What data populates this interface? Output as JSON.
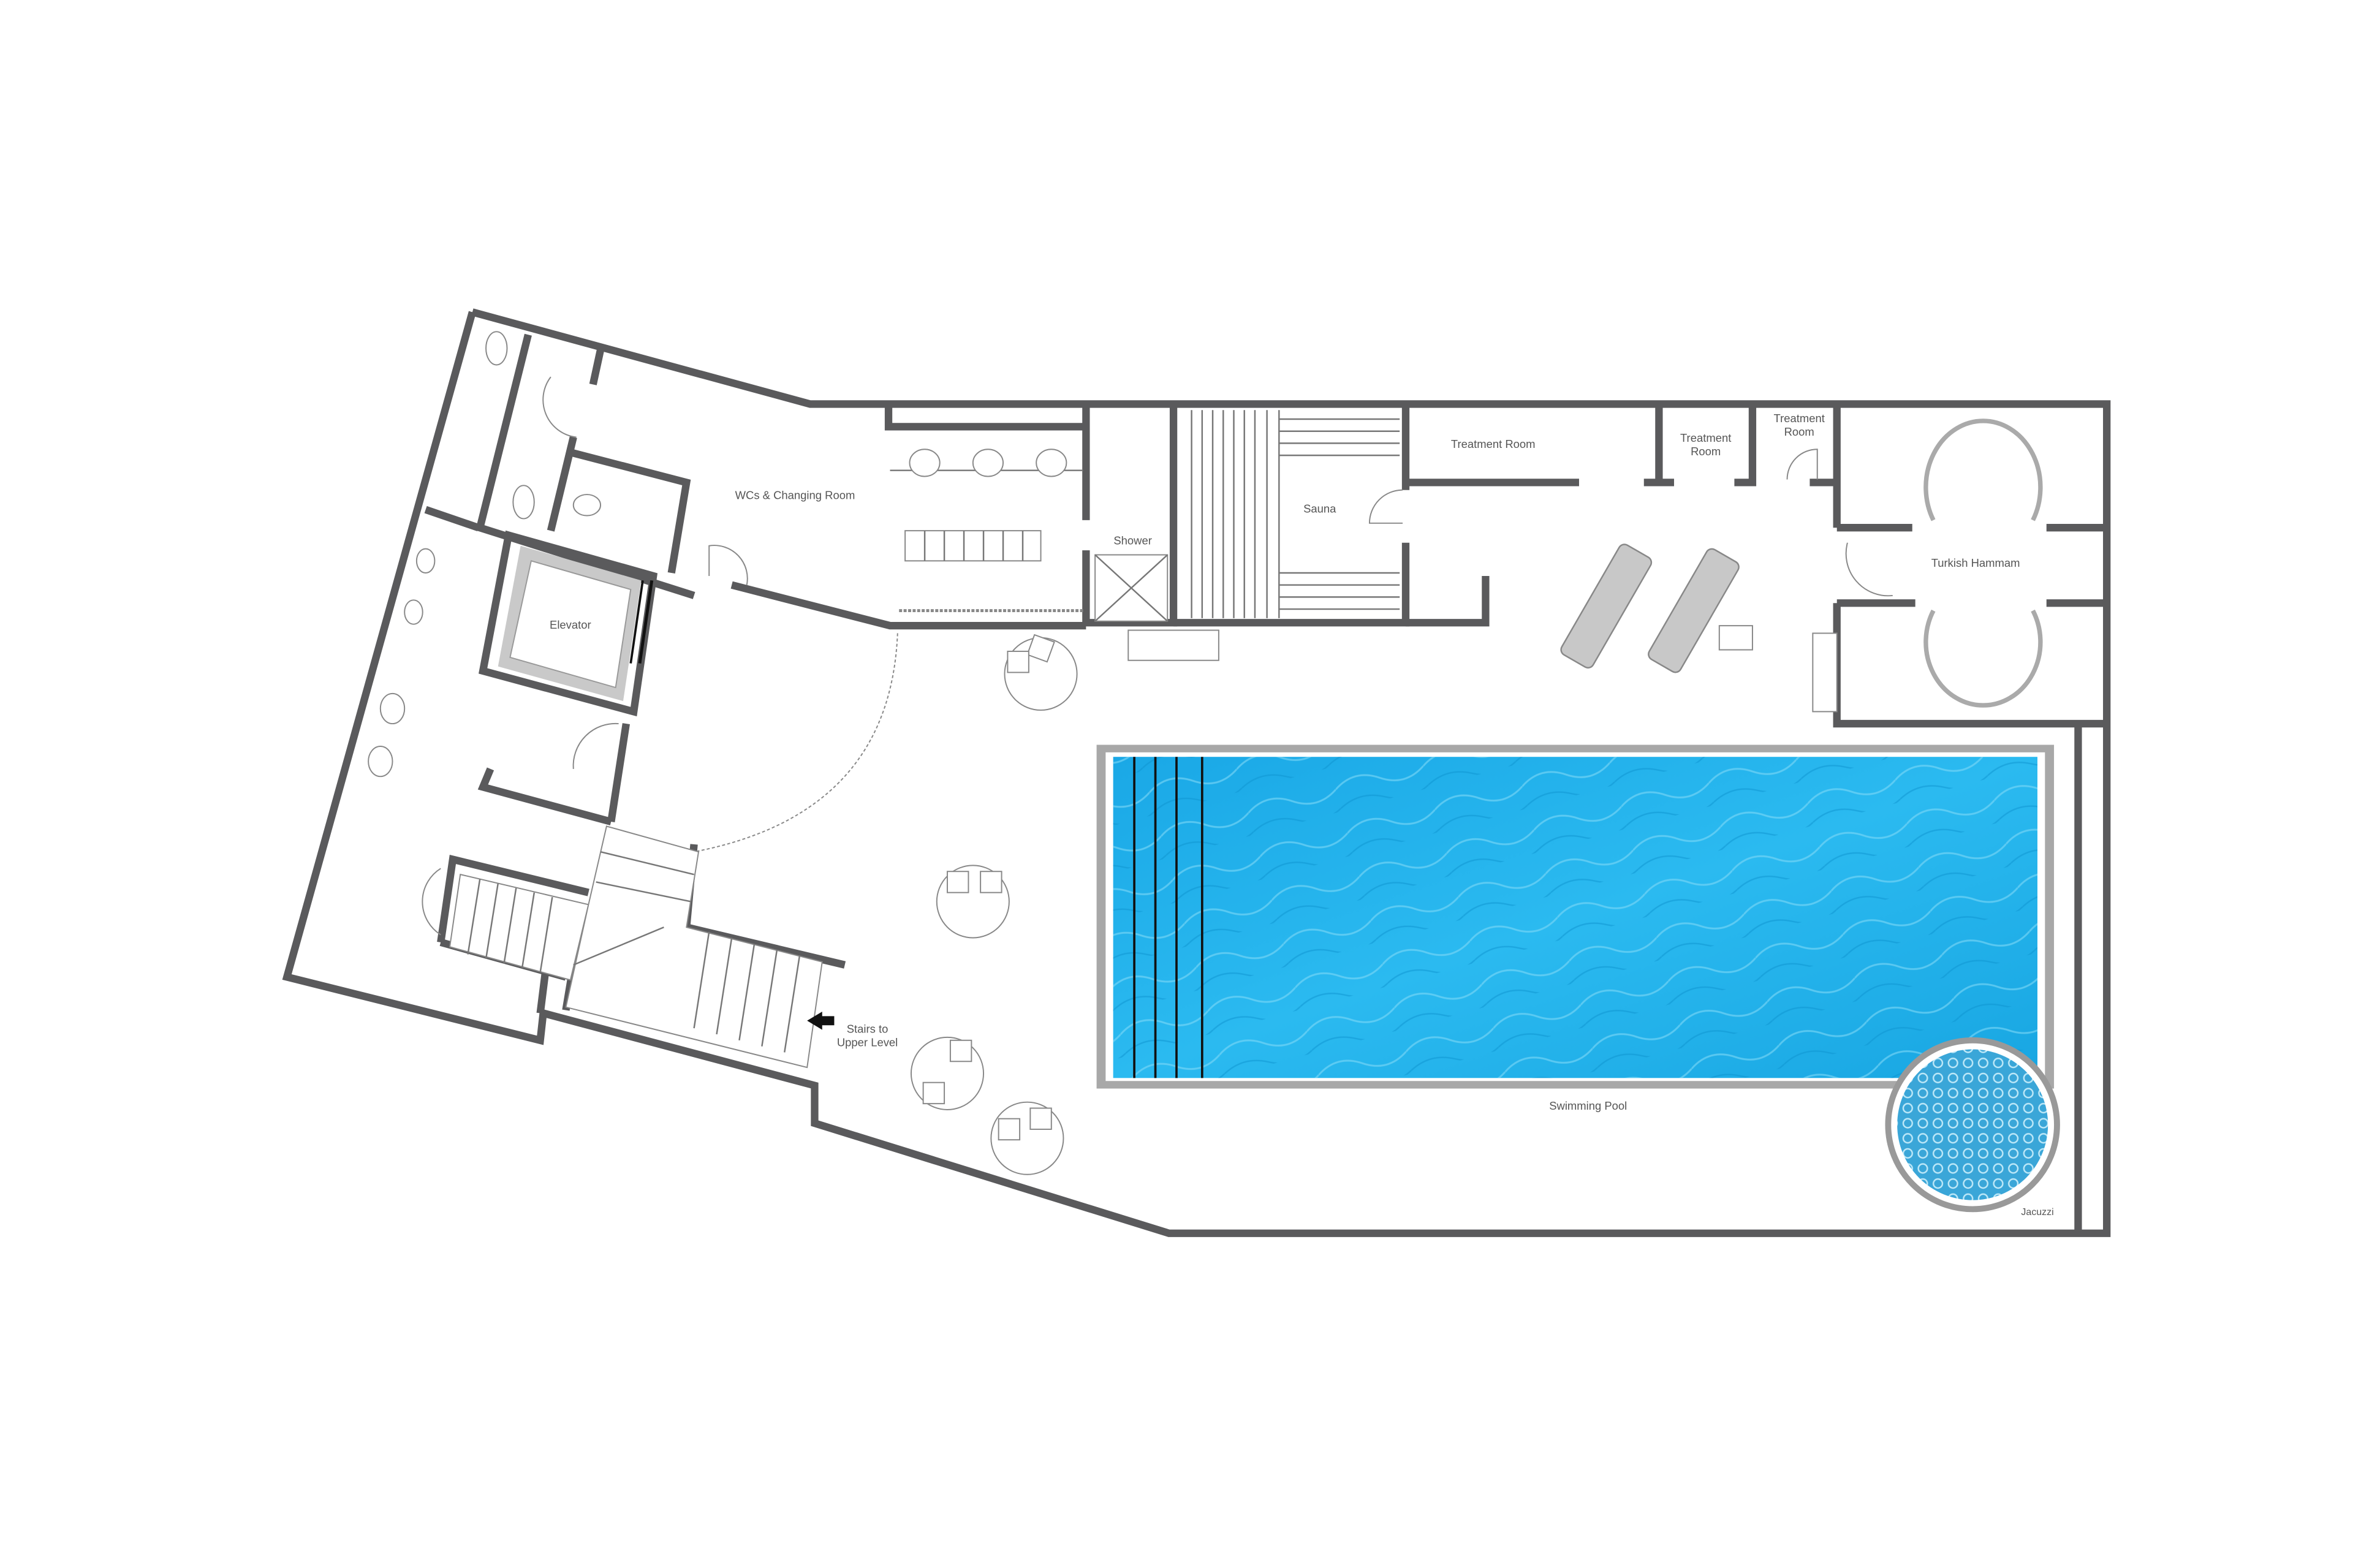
{
  "plan": {
    "rooms": {
      "wc_changing": "WCs & Changing Room",
      "shower": "Shower",
      "sauna": "Sauna",
      "treatment_1": "Treatment Room",
      "treatment_2_line1": "Treatment",
      "treatment_2_line2": "Room",
      "treatment_3_line1": "Treatment",
      "treatment_3_line2": "Room",
      "hammam": "Turkish Hammam",
      "elevator": "Elevator",
      "stairs_line1": "Stairs to",
      "stairs_line2": "Upper Level",
      "pool": "Swimming Pool",
      "jacuzzi": "Jacuzzi"
    },
    "colors": {
      "wall": "#5a5a5c",
      "pool_water": "#1fb2ea",
      "pool_edge": "#a8a8a8"
    }
  }
}
